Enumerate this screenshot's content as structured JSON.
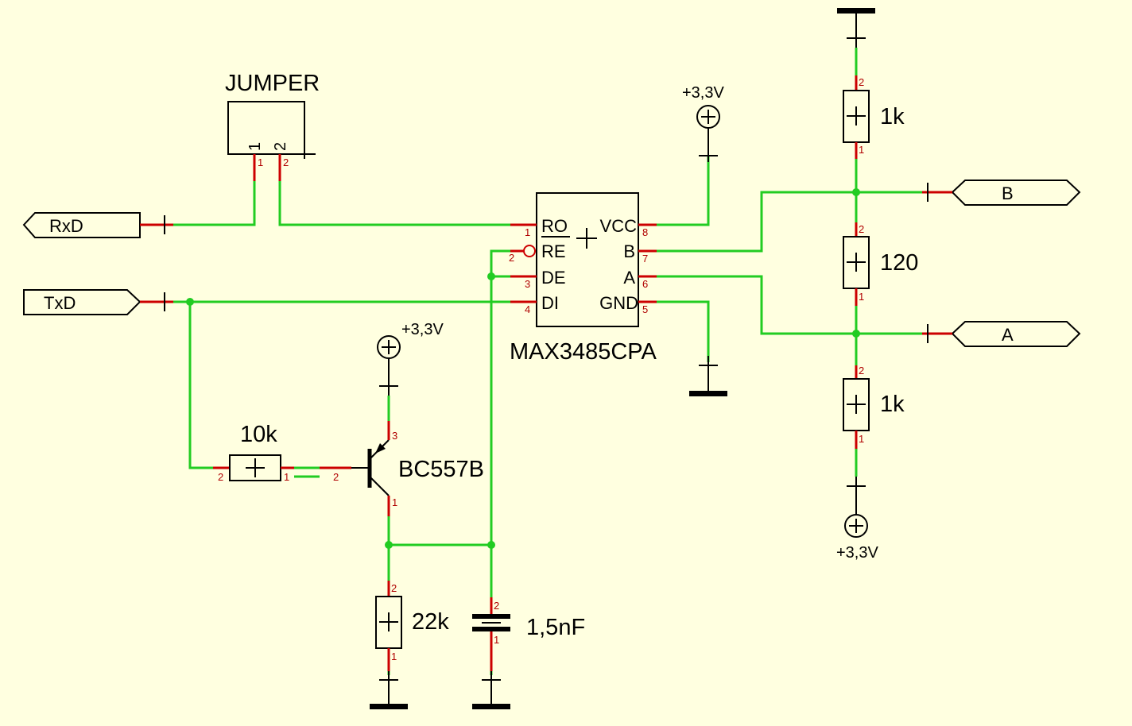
{
  "schematic": {
    "jumper": {
      "name": "JUMPER",
      "pin1": "1",
      "pin2": "2"
    },
    "ic": {
      "part": "MAX3485CPA",
      "pins_left": [
        {
          "name": "RO",
          "num": "1"
        },
        {
          "name": "RE",
          "num": "2"
        },
        {
          "name": "DE",
          "num": "3"
        },
        {
          "name": "DI",
          "num": "4"
        }
      ],
      "pins_right": [
        {
          "name": "VCC",
          "num": "8"
        },
        {
          "name": "B",
          "num": "7"
        },
        {
          "name": "A",
          "num": "6"
        },
        {
          "name": "GND",
          "num": "5"
        }
      ]
    },
    "ports": {
      "rxd": "RxD",
      "txd": "TxD",
      "b": "B",
      "a": "A"
    },
    "supply": {
      "label": "+3,3V"
    },
    "resistors": {
      "r_top": {
        "value": "1k",
        "p2": "2",
        "p1": "1"
      },
      "r_term": {
        "value": "120",
        "p2": "2",
        "p1": "1"
      },
      "r_bot": {
        "value": "1k",
        "p2": "2",
        "p1": "1"
      },
      "r_base": {
        "value": "10k",
        "p2": "2",
        "p1": "1"
      },
      "r_pd": {
        "value": "22k",
        "p2": "2",
        "p1": "1"
      }
    },
    "transistor": {
      "part": "BC557B",
      "base": "2",
      "emitter": "3",
      "collector": "1"
    },
    "capacitor": {
      "value": "1,5nF",
      "p2": "2",
      "p1": "1"
    },
    "colors": {
      "background": "#FFFFE0",
      "wire": "#22CC22",
      "pin_lead": "#CC0000",
      "outline": "#000000"
    }
  }
}
